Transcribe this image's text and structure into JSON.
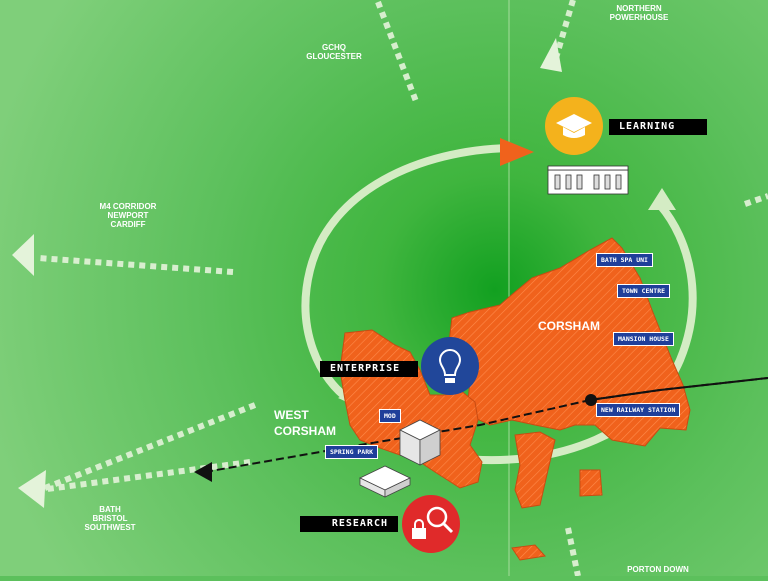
{
  "colors": {
    "field": "#5cc05c",
    "center_glow": "#12a020",
    "town_orange": "#f0621c",
    "tag_blue": "#1f3f9a",
    "ring": "#d4ecc4",
    "learning_icon": "#f4b21c",
    "enterprise_icon": "#21479a",
    "research_icon": "#e02a2a"
  },
  "destinations": {
    "northern": [
      "NORTHERN",
      "POWERHOUSE"
    ],
    "gchq": [
      "GCHQ",
      "GLOUCESTER"
    ],
    "m4": [
      "M4 CORRIDOR",
      "NEWPORT",
      "CARDIFF"
    ],
    "bath": [
      "BATH",
      "BRISTOL",
      "SOUTHWEST"
    ],
    "porton": [
      "PORTON DOWN"
    ]
  },
  "areas": {
    "corsham": "CORSHAM",
    "west_corsham": [
      "WEST",
      "CORSHAM"
    ]
  },
  "themes": {
    "learning": {
      "label": "LEARNING",
      "icon": "graduation-cap-icon"
    },
    "enterprise": {
      "label": "ENTERPRISE",
      "icon": "lightbulb-icon"
    },
    "research": {
      "label": "RESEARCH",
      "icon": "magnifier-lock-icon"
    }
  },
  "places": {
    "bath_spa_uni": "BATH SPA UNI",
    "town_centre": "TOWN CENTRE",
    "mansion_house": "MANSION HOUSE",
    "new_railway_station": "NEW RAILWAY STATION",
    "mod": "MOD",
    "spring_park": "SPRING PARK"
  }
}
